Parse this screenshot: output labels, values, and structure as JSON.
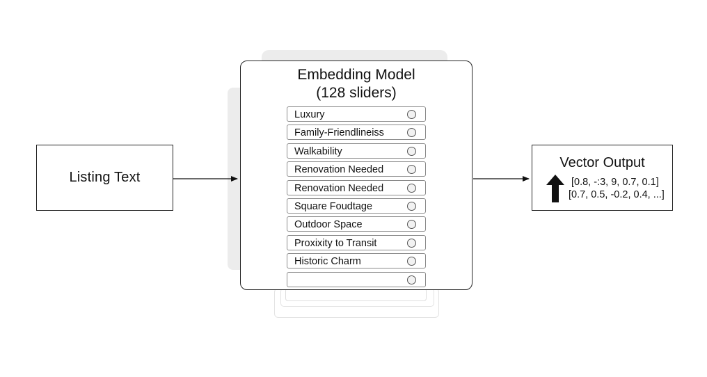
{
  "listing": {
    "label": "Listing Text"
  },
  "model": {
    "title_line1": "Embedding Model",
    "title_line2": "(128 sliders)",
    "sliders": [
      "Luxury",
      "Family-Friendlineiss",
      "Walkability",
      "Renovation Needed",
      "Renovation Needed",
      "Square Foudtage",
      "Outdoor Space",
      "Proxixity to Transit",
      "Historic Charm",
      ""
    ]
  },
  "vector": {
    "title": "Vector Output",
    "line1": "[0.8, -:3, 9, 0.7, 0.1]",
    "line2": "[0.7, 0.5, -0.2, 0.4, ...]"
  },
  "colors": {
    "stroke": "#222222",
    "shadow": "#ececec",
    "knob": "#f2f2f2"
  }
}
